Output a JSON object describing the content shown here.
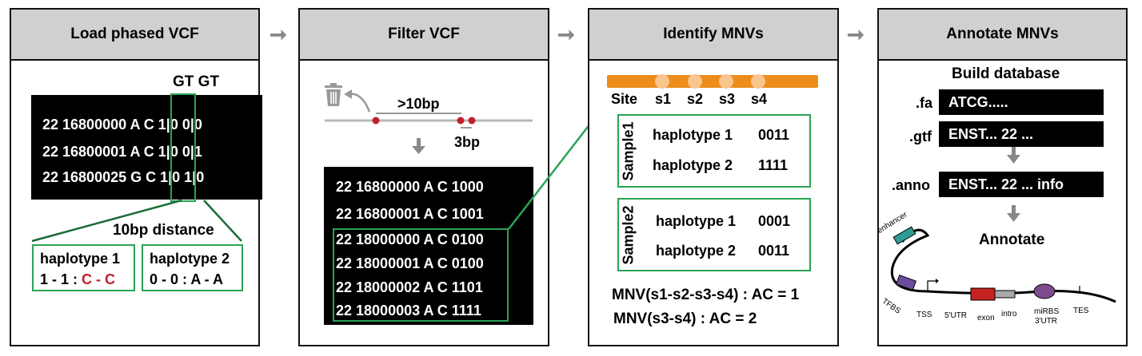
{
  "panels": {
    "load": {
      "title": "Load phased VCF",
      "gt_header": "GT GT",
      "rows": [
        "22 16800000 A C 1|0 0|0",
        "22 16800001 A C 1|0 0|1",
        "22 16800025 G C 1|0 1|0"
      ],
      "distance_label": "10bp distance",
      "hap1_title": "haplotype 1",
      "hap1_prefix": "1 - 1 : ",
      "hap1_alleles": "C - C",
      "hap2_title": "haplotype 2",
      "hap2_value": "0 - 0 : A - A"
    },
    "filter": {
      "title": "Filter VCF",
      "gt10": ">10bp",
      "bp3": "3bp",
      "rows": [
        "22 16800000 A C 1000",
        "22 16800001 A C 1001",
        "22 18000000 A C 0100",
        "22 18000001 A C 0100",
        "22 18000002 A C 1101",
        "22 18000003 A C 1111"
      ]
    },
    "identify": {
      "title": "Identify MNVs",
      "site_labels": [
        "Site",
        "s1",
        "s2",
        "s3",
        "s4"
      ],
      "sample1_label": "Sample1",
      "sample1_rows": [
        {
          "hap": "haplotype 1",
          "code": "0011"
        },
        {
          "hap": "haplotype 2",
          "code": "1111"
        }
      ],
      "sample2_label": "Sample2",
      "sample2_rows": [
        {
          "hap": "haplotype 1",
          "code": "0001"
        },
        {
          "hap": "haplotype 2",
          "code": "0011"
        }
      ],
      "result1": "MNV(s1-s2-s3-s4) : AC = 1",
      "result2": "MNV(s3-s4) : AC = 2"
    },
    "annotate": {
      "title": "Annotate MNVs",
      "build_db": "Build database",
      "fa_label": ".fa",
      "fa_value": "ATCG.....",
      "gtf_label": ".gtf",
      "gtf_value": "ENST... 22 ...",
      "anno_label": ".anno",
      "anno_value": "ENST... 22 ... info",
      "annotate_label": "Annotate",
      "gene_labels": {
        "enhancer": "enhancer",
        "tfbs": "TFBS",
        "tss": "TSS",
        "utr5": "5'UTR",
        "exon": "exon",
        "intro": "intro",
        "mirbs": "miRBS",
        "utr3": "3'UTR",
        "tes": "TES"
      }
    }
  },
  "colors": {
    "green": "#2aa355",
    "red": "#c0202a",
    "orange": "#ee8c1c",
    "gray": "#888888",
    "header": "#d0d0d0",
    "enhancer": "#2f9c93",
    "tfbs": "#6a4c9c",
    "exon": "#c62222",
    "mirbs": "#7e4c8e"
  },
  "icons": [
    "trash-icon",
    "curved-arrow-icon",
    "down-arrow-icon",
    "right-arrow-icon"
  ]
}
